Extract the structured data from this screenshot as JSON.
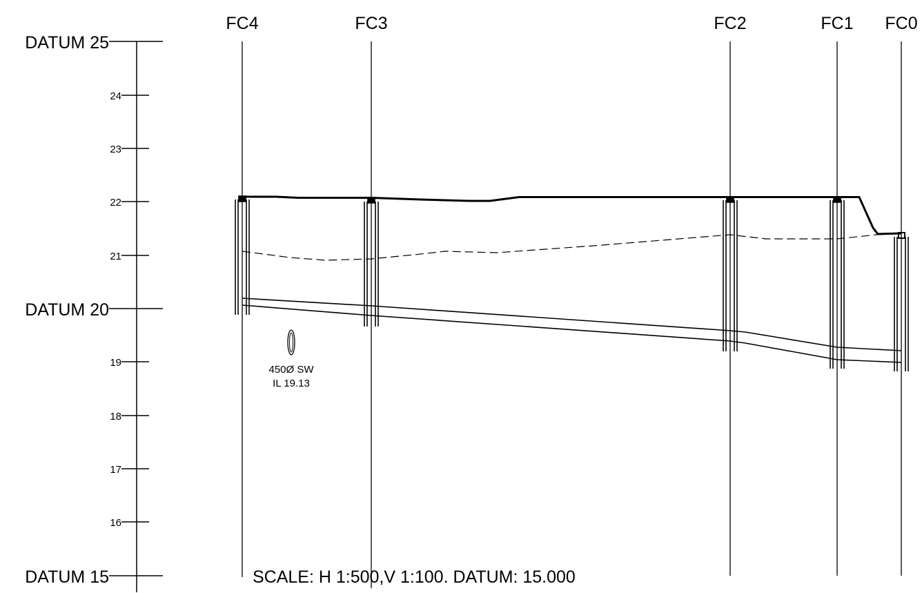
{
  "drawing": {
    "datum_labels": [
      "DATUM 25",
      "DATUM 20",
      "DATUM 15"
    ],
    "tick_labels": [
      "24",
      "23",
      "22",
      "21",
      "19",
      "18",
      "17",
      "16"
    ],
    "chambers": [
      "FC4",
      "FC3",
      "FC2",
      "FC1",
      "FC0"
    ],
    "pipe_note": {
      "line1": "450Ø SW",
      "line2": "IL 19.13"
    },
    "scale_note": "SCALE: H 1:500,V 1:100. DATUM: 15.000"
  }
}
